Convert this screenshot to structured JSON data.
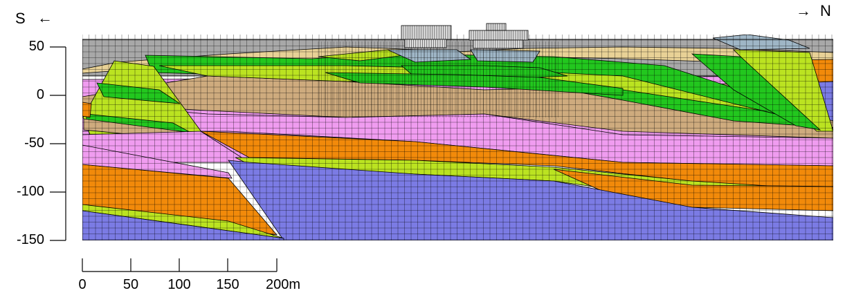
{
  "orientation": {
    "south_label": "S",
    "south_arrow": "←",
    "north_arrow": "→",
    "north_label": "N"
  },
  "elevation_axis": {
    "ticks": [
      "50",
      "0",
      "-50",
      "-100",
      "-150"
    ],
    "range": [
      -150,
      55
    ]
  },
  "scale_bar": {
    "ticks": [
      "0",
      "50",
      "100",
      "150",
      "200m"
    ]
  },
  "colors": {
    "grey_fill": "#a8a8a8",
    "sand": "#e8d196",
    "green": "#22c71e",
    "yellow_green": "#bbe321",
    "tan": "#ceab7e",
    "pink": "#f09cf0",
    "orange": "#f28a0a",
    "blue": "#7b7be4",
    "steel": "#9fb6c6",
    "mesh": "#000000",
    "building": "#dcdcdc"
  }
}
